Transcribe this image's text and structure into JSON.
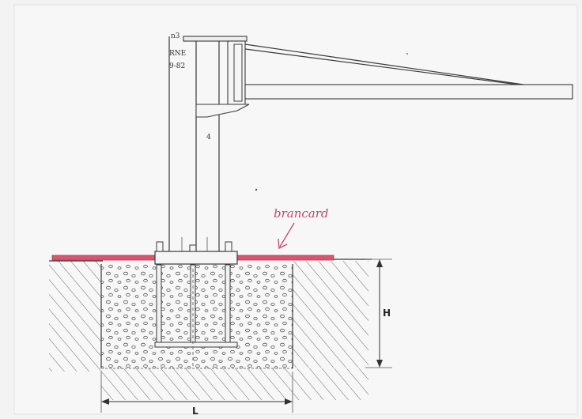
{
  "labels": {
    "plate_line1": "n3",
    "plate_line2": "RNE",
    "plate_line3": "9-82",
    "column_mark": "4",
    "annotation": "brancard",
    "height_dim": "H",
    "length_dim": "L"
  },
  "colors": {
    "paper": "#f3f3f3",
    "ink": "#3a3a3a",
    "annotation_red": "#c2486a",
    "slab_red": "#d9546e"
  }
}
